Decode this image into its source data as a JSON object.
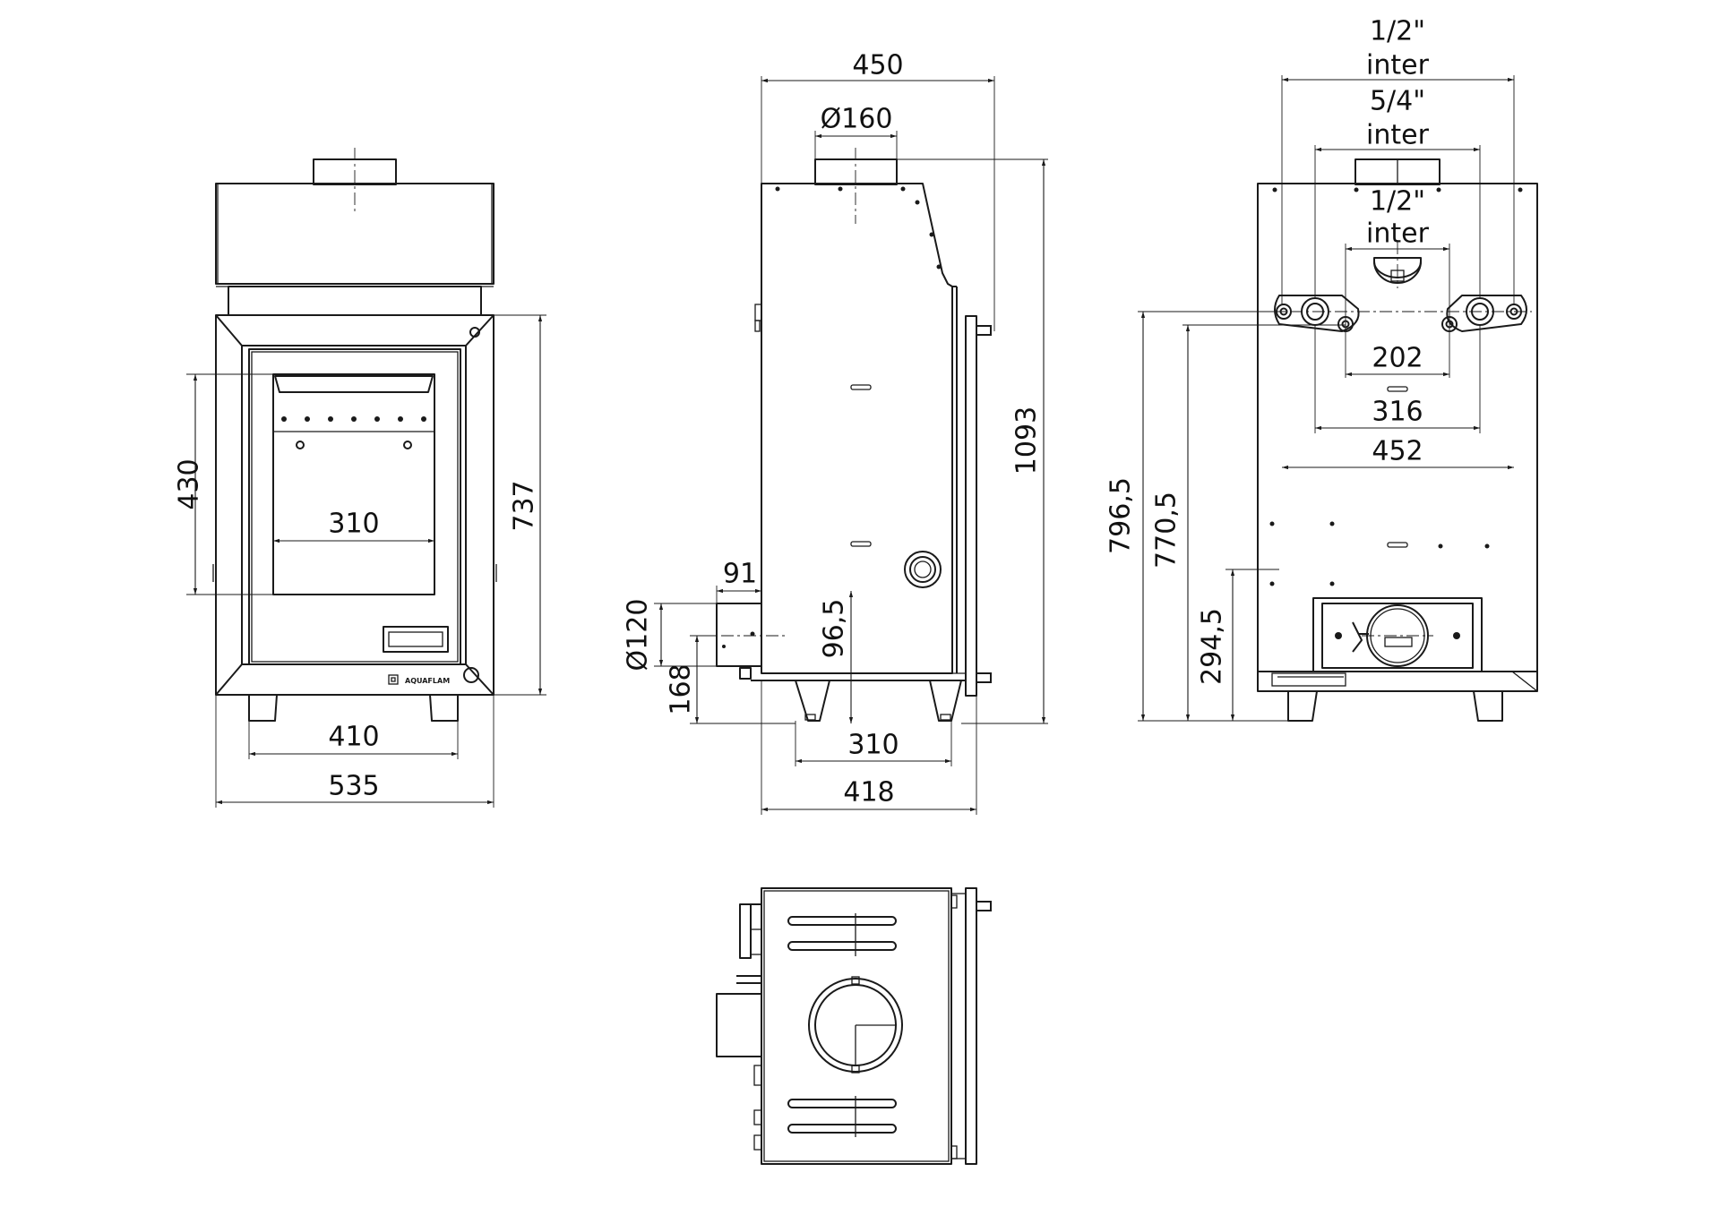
{
  "colors": {
    "line": "#1a1a1a",
    "text": "#111111",
    "background": "#ffffff"
  },
  "logo": {
    "text": "AQUAFLAM",
    "icon": "aquaflam-logo-icon"
  },
  "front_view": {
    "dim_window_height": "430",
    "dim_window_width": "310",
    "dim_door_height": "737",
    "dim_legs_width": "410",
    "dim_total_width": "535"
  },
  "side_view": {
    "dim_top_depth": "450",
    "dim_flue_diameter": "Ø160",
    "dim_total_height": "1093",
    "dim_air_inlet_depth": "91",
    "dim_air_inlet_diameter": "Ø120",
    "dim_air_inlet_axis_height": "96,5",
    "dim_air_inlet_bottom_height": "168",
    "dim_legs_depth": "310",
    "dim_body_depth": "418"
  },
  "back_view": {
    "dim_top_connection_label": "1/2\" inter",
    "dim_flow_return_label": "5/4\" inter",
    "dim_safety_label": "1/2\" inter",
    "dim_spacing_202": "202",
    "dim_spacing_316": "316",
    "dim_spacing_452": "452",
    "dim_height_796": "796,5",
    "dim_height_770": "770,5",
    "dim_height_294": "294,5"
  }
}
